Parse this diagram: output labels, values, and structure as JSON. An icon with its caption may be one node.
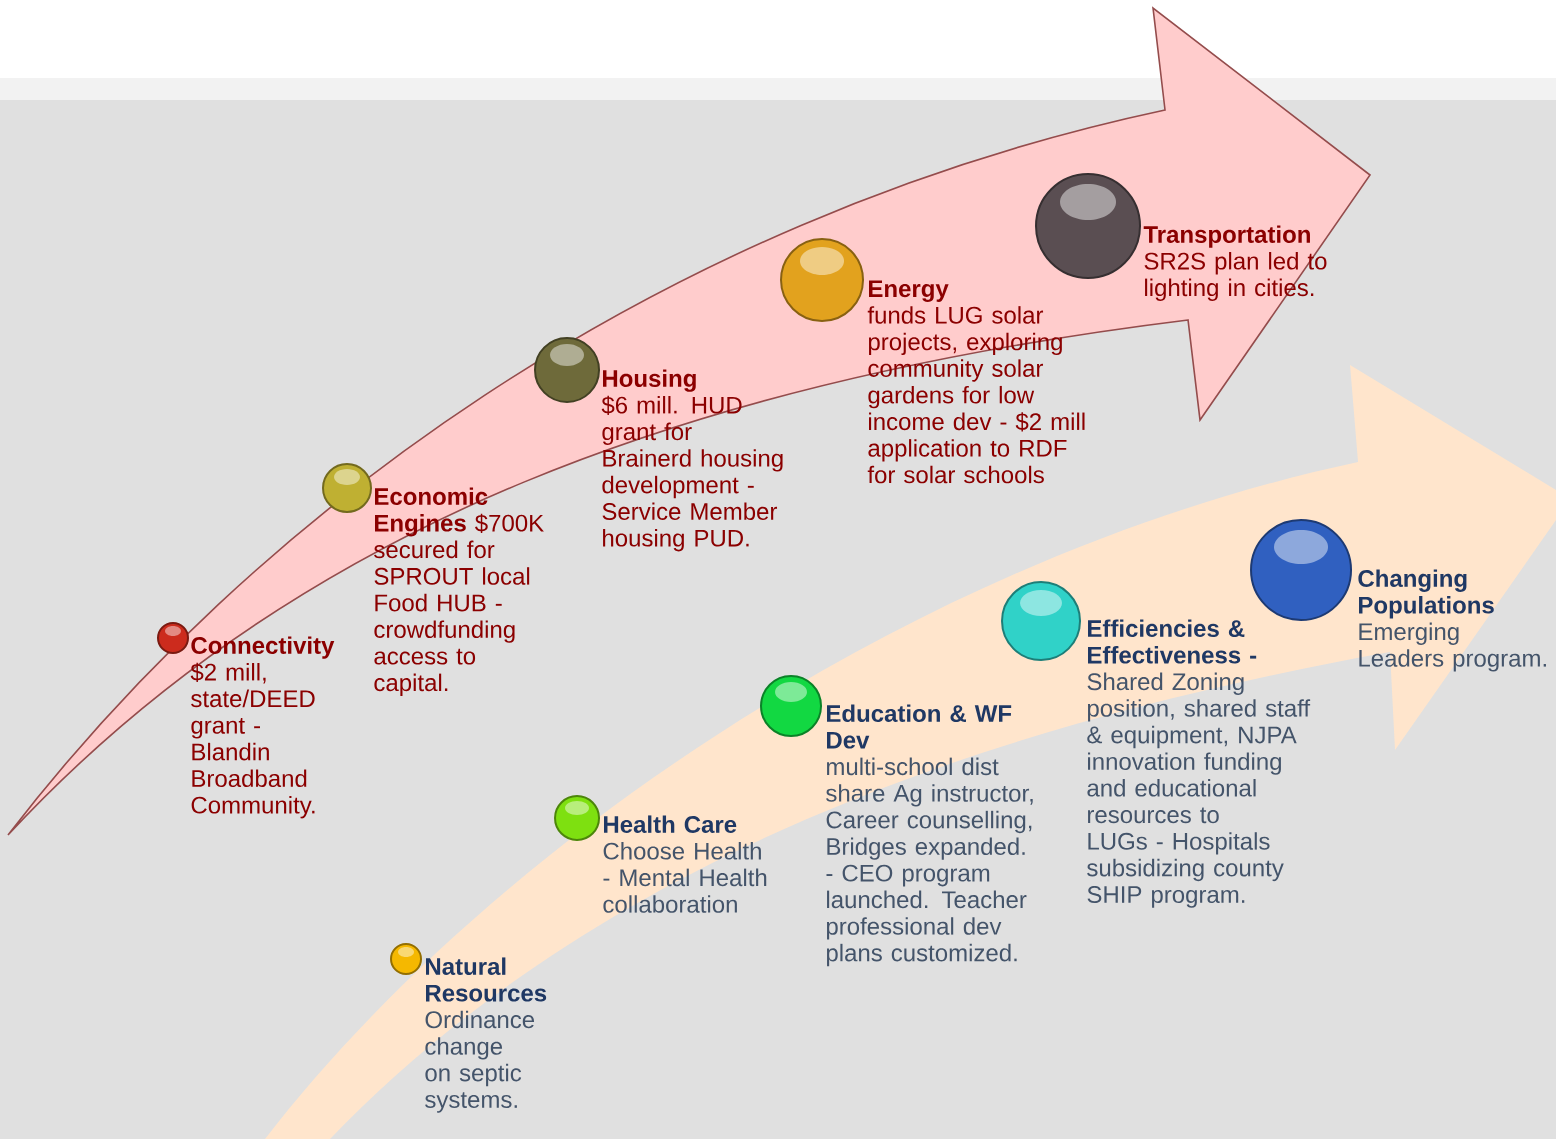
{
  "diagram": {
    "nodes": [
      {
        "text": [
          "Connectivity",
          "$2 mill, state/DEED grant - Blandin Broadband Community."
        ]
      },
      {
        "text": [
          "Economic Engines",
          "$700K secured for SPROUT local Food HUB - crowdfunding access to capital."
        ]
      },
      {
        "text": [
          "Housing",
          "$6 mill. HUD grant for Brainerd housing development - Service Member housing PUD."
        ]
      },
      {
        "text": [
          "Energy",
          "funds LUG solar projects, exploring community solar gardens for low income dev - $2 mill application to RDF for solar schools"
        ]
      },
      {
        "text": [
          "Transportation",
          "SR2S plan led to lighting in cities."
        ]
      },
      {
        "text": [
          "Natural Resources",
          "Ordinance change on septic systems."
        ]
      },
      {
        "text": [
          "Health Care",
          "Choose Health - Mental Health collaboration"
        ]
      },
      {
        "text": [
          "Education & WF Dev",
          "multi-school dist share Ag instructor, Career counselling, Bridges expanded. - CEO program launched. Teacher professional dev plans customized."
        ]
      },
      {
        "text": [
          "Efficiencies & Effectiveness -",
          "Shared Zoning position, shared staff & equipment, NJPA innovation funding and educational resources to LUGs - Hospitals subsidizing county SHIP program."
        ]
      },
      {
        "text": [
          "Changing Populations",
          "Emerging Leaders program."
        ]
      }
    ],
    "edges": []
  }
}
